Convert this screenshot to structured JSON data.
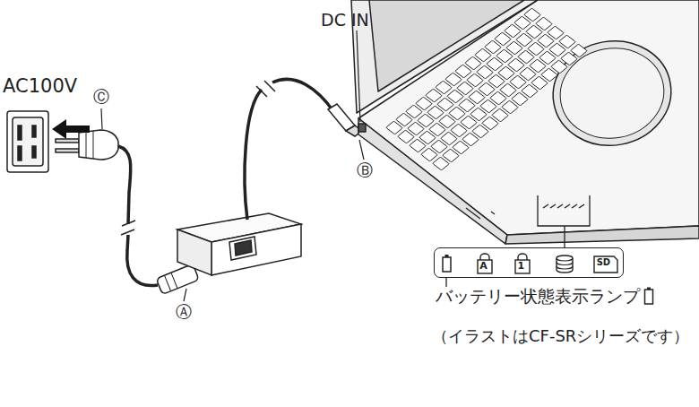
{
  "diagram": {
    "caption": "（イラストはCF-SRシリーズです）",
    "nodes": [
      {
        "text": [
          "A",
          "1",
          "SD"
        ]
      }
    ],
    "labels": [
      "AC100V",
      "Ⓒ",
      "DC IN",
      "Ⓑ",
      "Ⓐ",
      "バッテリー状態表示ランプ"
    ]
  }
}
